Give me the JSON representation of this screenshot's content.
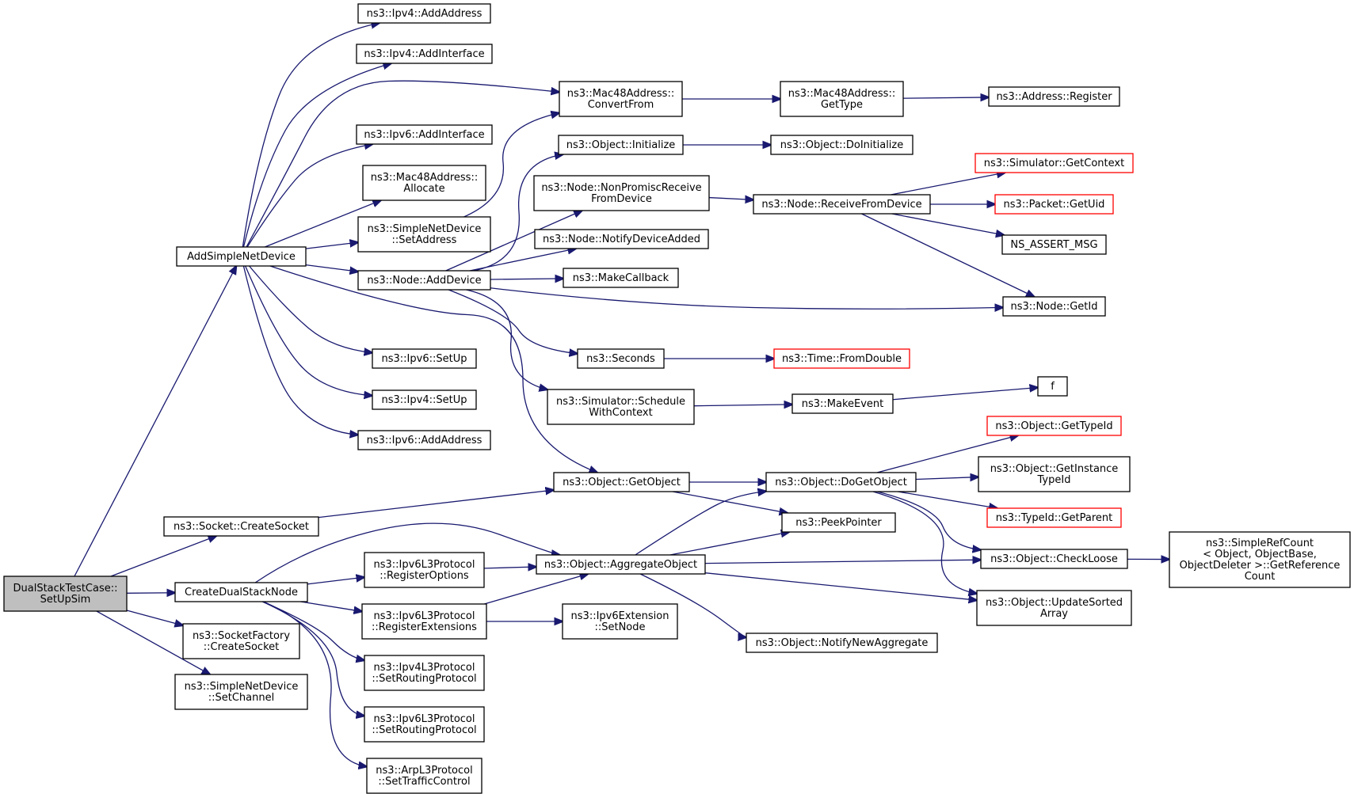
{
  "diagram": {
    "nodes": [
      {
        "id": "root",
        "lines": [
          "DualStackTestCase::",
          "SetUpSim"
        ],
        "style": "root"
      },
      {
        "id": "addsnd",
        "lines": [
          "AddSimpleNetDevice"
        ]
      },
      {
        "id": "sockCreate",
        "lines": [
          "ns3::Socket::CreateSocket"
        ]
      },
      {
        "id": "cdsn",
        "lines": [
          "CreateDualStackNode"
        ]
      },
      {
        "id": "sfCreate",
        "lines": [
          "ns3::SocketFactory",
          "::CreateSocket"
        ]
      },
      {
        "id": "sndSetChannel",
        "lines": [
          "ns3::SimpleNetDevice",
          "::SetChannel"
        ]
      },
      {
        "id": "ipv4AddAddr",
        "lines": [
          "ns3::Ipv4::AddAddress"
        ]
      },
      {
        "id": "ipv4AddIf",
        "lines": [
          "ns3::Ipv4::AddInterface"
        ]
      },
      {
        "id": "ipv6AddIf",
        "lines": [
          "ns3::Ipv6::AddInterface"
        ]
      },
      {
        "id": "macAlloc",
        "lines": [
          "ns3::Mac48Address::",
          "Allocate"
        ]
      },
      {
        "id": "sndSetAddr",
        "lines": [
          "ns3::SimpleNetDevice",
          "::SetAddress"
        ]
      },
      {
        "id": "nodeAddDev",
        "lines": [
          "ns3::Node::AddDevice"
        ]
      },
      {
        "id": "ipv6SetUp",
        "lines": [
          "ns3::Ipv6::SetUp"
        ]
      },
      {
        "id": "ipv4SetUp",
        "lines": [
          "ns3::Ipv4::SetUp"
        ]
      },
      {
        "id": "ipv6AddAddr",
        "lines": [
          "ns3::Ipv6::AddAddress"
        ]
      },
      {
        "id": "macConvert",
        "lines": [
          "ns3::Mac48Address::",
          "ConvertFrom"
        ]
      },
      {
        "id": "objInit",
        "lines": [
          "ns3::Object::Initialize"
        ]
      },
      {
        "id": "nonPromisc",
        "lines": [
          "ns3::Node::NonPromiscReceive",
          "FromDevice"
        ]
      },
      {
        "id": "notifyDev",
        "lines": [
          "ns3::Node::NotifyDeviceAdded"
        ]
      },
      {
        "id": "makeCb",
        "lines": [
          "ns3::MakeCallback"
        ]
      },
      {
        "id": "seconds",
        "lines": [
          "ns3::Seconds"
        ]
      },
      {
        "id": "schedCtx",
        "lines": [
          "ns3::Simulator::Schedule",
          "WithContext"
        ]
      },
      {
        "id": "getObject",
        "lines": [
          "ns3::Object::GetObject"
        ]
      },
      {
        "id": "regOpts",
        "lines": [
          "ns3::Ipv6L3Protocol",
          "::RegisterOptions"
        ]
      },
      {
        "id": "regExt",
        "lines": [
          "ns3::Ipv6L3Protocol",
          "::RegisterExtensions"
        ]
      },
      {
        "id": "ipv4Routing",
        "lines": [
          "ns3::Ipv4L3Protocol",
          "::SetRoutingProtocol"
        ]
      },
      {
        "id": "ipv6Routing",
        "lines": [
          "ns3::Ipv6L3Protocol",
          "::SetRoutingProtocol"
        ]
      },
      {
        "id": "arpTc",
        "lines": [
          "ns3::ArpL3Protocol",
          "::SetTrafficControl"
        ]
      },
      {
        "id": "aggObj",
        "lines": [
          "ns3::Object::AggregateObject"
        ]
      },
      {
        "id": "extSetNode",
        "lines": [
          "ns3::Ipv6Extension",
          "::SetNode"
        ]
      },
      {
        "id": "macGetType",
        "lines": [
          "ns3::Mac48Address::",
          "GetType"
        ]
      },
      {
        "id": "objDoInit",
        "lines": [
          "ns3::Object::DoInitialize"
        ]
      },
      {
        "id": "recvFromDev",
        "lines": [
          "ns3::Node::ReceiveFromDevice"
        ]
      },
      {
        "id": "timeFromDouble",
        "lines": [
          "ns3::Time::FromDouble"
        ],
        "style": "trunc"
      },
      {
        "id": "makeEvent",
        "lines": [
          "ns3::MakeEvent"
        ]
      },
      {
        "id": "doGetObj",
        "lines": [
          "ns3::Object::DoGetObject"
        ]
      },
      {
        "id": "peekPtr",
        "lines": [
          "ns3::PeekPointer"
        ]
      },
      {
        "id": "notifyNewAgg",
        "lines": [
          "ns3::Object::NotifyNewAggregate"
        ]
      },
      {
        "id": "addrRegister",
        "lines": [
          "ns3::Address::Register"
        ]
      },
      {
        "id": "simGetCtx",
        "lines": [
          "ns3::Simulator::GetContext"
        ],
        "style": "trunc"
      },
      {
        "id": "pktGetUid",
        "lines": [
          "ns3::Packet::GetUid"
        ],
        "style": "trunc"
      },
      {
        "id": "nsAssert",
        "lines": [
          "NS_ASSERT_MSG"
        ]
      },
      {
        "id": "nodeGetId",
        "lines": [
          "ns3::Node::GetId"
        ]
      },
      {
        "id": "f",
        "lines": [
          "f"
        ]
      },
      {
        "id": "getTypeId",
        "lines": [
          "ns3::Object::GetTypeId"
        ],
        "style": "trunc"
      },
      {
        "id": "getInstTid",
        "lines": [
          "ns3::Object::GetInstance",
          "TypeId"
        ]
      },
      {
        "id": "tidGetParent",
        "lines": [
          "ns3::TypeId::GetParent"
        ],
        "style": "trunc"
      },
      {
        "id": "checkLoose",
        "lines": [
          "ns3::Object::CheckLoose"
        ]
      },
      {
        "id": "updSorted",
        "lines": [
          "ns3::Object::UpdateSorted",
          "Array"
        ]
      },
      {
        "id": "refCount",
        "lines": [
          "ns3::SimpleRefCount",
          "< Object, ObjectBase,",
          "ObjectDeleter >::GetReference",
          "Count"
        ]
      }
    ],
    "edges": [
      [
        "root",
        "addsnd"
      ],
      [
        "root",
        "sockCreate"
      ],
      [
        "root",
        "cdsn"
      ],
      [
        "root",
        "sfCreate"
      ],
      [
        "root",
        "sndSetChannel"
      ],
      [
        "addsnd",
        "ipv4AddAddr"
      ],
      [
        "addsnd",
        "ipv4AddIf"
      ],
      [
        "addsnd",
        "macConvert"
      ],
      [
        "addsnd",
        "ipv6AddIf"
      ],
      [
        "addsnd",
        "macAlloc"
      ],
      [
        "addsnd",
        "sndSetAddr"
      ],
      [
        "addsnd",
        "nodeAddDev"
      ],
      [
        "addsnd",
        "getObject"
      ],
      [
        "addsnd",
        "ipv6SetUp"
      ],
      [
        "addsnd",
        "ipv4SetUp"
      ],
      [
        "addsnd",
        "ipv6AddAddr"
      ],
      [
        "sndSetAddr",
        "macConvert"
      ],
      [
        "nodeAddDev",
        "objInit"
      ],
      [
        "nodeAddDev",
        "nonPromisc"
      ],
      [
        "nodeAddDev",
        "notifyDev"
      ],
      [
        "nodeAddDev",
        "makeCb"
      ],
      [
        "nodeAddDev",
        "nodeGetId"
      ],
      [
        "nodeAddDev",
        "seconds"
      ],
      [
        "nodeAddDev",
        "schedCtx"
      ],
      [
        "macConvert",
        "macGetType"
      ],
      [
        "macGetType",
        "addrRegister"
      ],
      [
        "objInit",
        "objDoInit"
      ],
      [
        "nonPromisc",
        "recvFromDev"
      ],
      [
        "recvFromDev",
        "simGetCtx"
      ],
      [
        "recvFromDev",
        "pktGetUid"
      ],
      [
        "recvFromDev",
        "nsAssert"
      ],
      [
        "recvFromDev",
        "nodeGetId"
      ],
      [
        "seconds",
        "timeFromDouble"
      ],
      [
        "schedCtx",
        "makeEvent"
      ],
      [
        "makeEvent",
        "f"
      ],
      [
        "sockCreate",
        "getObject"
      ],
      [
        "cdsn",
        "aggObj"
      ],
      [
        "cdsn",
        "regOpts"
      ],
      [
        "cdsn",
        "regExt"
      ],
      [
        "cdsn",
        "ipv4Routing"
      ],
      [
        "cdsn",
        "ipv6Routing"
      ],
      [
        "cdsn",
        "arpTc"
      ],
      [
        "regOpts",
        "aggObj"
      ],
      [
        "regExt",
        "aggObj"
      ],
      [
        "regExt",
        "extSetNode"
      ],
      [
        "getObject",
        "doGetObj"
      ],
      [
        "getObject",
        "peekPtr"
      ],
      [
        "aggObj",
        "doGetObj"
      ],
      [
        "aggObj",
        "peekPtr"
      ],
      [
        "aggObj",
        "checkLoose"
      ],
      [
        "aggObj",
        "updSorted"
      ],
      [
        "aggObj",
        "notifyNewAgg"
      ],
      [
        "doGetObj",
        "getTypeId"
      ],
      [
        "doGetObj",
        "getInstTid"
      ],
      [
        "doGetObj",
        "tidGetParent"
      ],
      [
        "doGetObj",
        "checkLoose"
      ],
      [
        "doGetObj",
        "updSorted"
      ],
      [
        "checkLoose",
        "refCount"
      ]
    ]
  }
}
